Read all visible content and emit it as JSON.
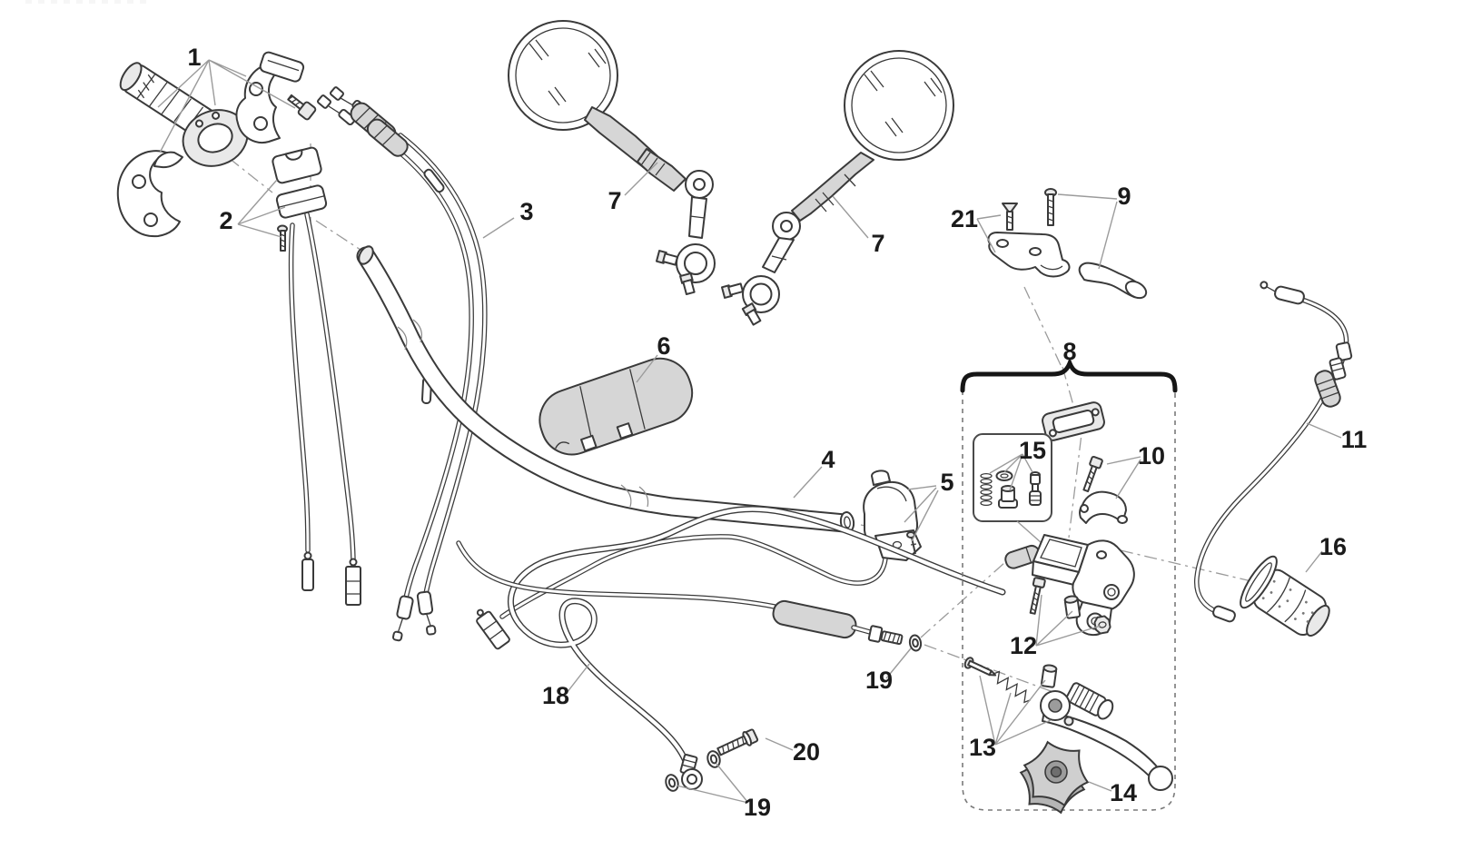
{
  "diagram": {
    "background": "#ffffff",
    "outline_color": "#3a3a3a",
    "shade_color": "#d6d6d6",
    "leader_color": "#9b9b9b",
    "label_color": "#1b1b1b",
    "labels": [
      {
        "text": "1"
      },
      {
        "text": "2"
      },
      {
        "text": "3"
      },
      {
        "text": "7"
      },
      {
        "text": "7"
      },
      {
        "text": "21"
      },
      {
        "text": "9"
      },
      {
        "text": "6"
      },
      {
        "text": "8"
      },
      {
        "text": "4"
      },
      {
        "text": "5"
      },
      {
        "text": "15"
      },
      {
        "text": "10"
      },
      {
        "text": "11"
      },
      {
        "text": "16"
      },
      {
        "text": "12"
      },
      {
        "text": "19"
      },
      {
        "text": "13"
      },
      {
        "text": "14"
      },
      {
        "text": "18"
      },
      {
        "text": "20"
      },
      {
        "text": "19"
      }
    ]
  }
}
